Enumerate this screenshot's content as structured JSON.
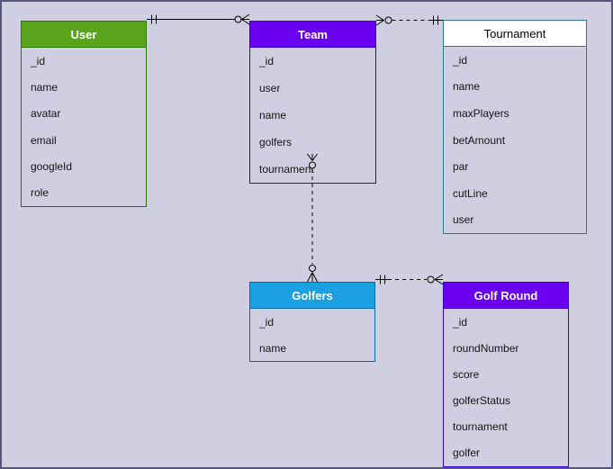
{
  "canvas": {
    "background_color": "#CFCFE1",
    "border_color": "#55557D",
    "line_color": "#000000"
  },
  "entities": [
    {
      "title": "User",
      "header_fill": "#58A41B",
      "stroke": "#2D7600",
      "title_color": "#FFFFFF",
      "fields": [
        "_id",
        "name",
        "avatar",
        "email",
        "googleId",
        "role"
      ]
    },
    {
      "title": "Team",
      "header_fill": "#6A00F0",
      "stroke": "#3700CC",
      "title_color": "#FFFFFF",
      "fields": [
        "_id",
        "user",
        "name",
        "golfers",
        "tournament"
      ]
    },
    {
      "title": "Tournament",
      "header_fill": "#FFFFFF",
      "stroke": "#2A7B8A",
      "title_color": "#000000",
      "fields": [
        "_id",
        "name",
        "maxPlayers",
        "betAmount",
        "par",
        "cutLine",
        "user"
      ]
    },
    {
      "title": "Golfers",
      "header_fill": "#1BA1E2",
      "stroke": "#006EAF",
      "title_color": "#FFFFFF",
      "fields": [
        "_id",
        "name"
      ]
    },
    {
      "title": "Golf Round",
      "header_fill": "#6A00F0",
      "stroke": "#3700CC",
      "title_color": "#FFFFFF",
      "fields": [
        "_id",
        "roundNumber",
        "score",
        "golferStatus",
        "tournament",
        "golfer"
      ]
    }
  ],
  "relationships": [
    {
      "from": "User",
      "to": "Team",
      "from_cardinality": "one-and-only-one",
      "to_cardinality": "zero-or-many",
      "line": "solid"
    },
    {
      "from": "Tournament",
      "to": "Team",
      "from_cardinality": "one-and-only-one",
      "to_cardinality": "zero-or-many",
      "line": "dashed"
    },
    {
      "from": "Team.tournament",
      "to": "Golfers",
      "from_cardinality": "zero-or-many",
      "to_cardinality": "zero-or-many",
      "line": "dashed"
    },
    {
      "from": "Golfers",
      "to": "Golf Round",
      "from_cardinality": "one-and-only-one",
      "to_cardinality": "zero-or-many",
      "line": "dashed"
    }
  ]
}
